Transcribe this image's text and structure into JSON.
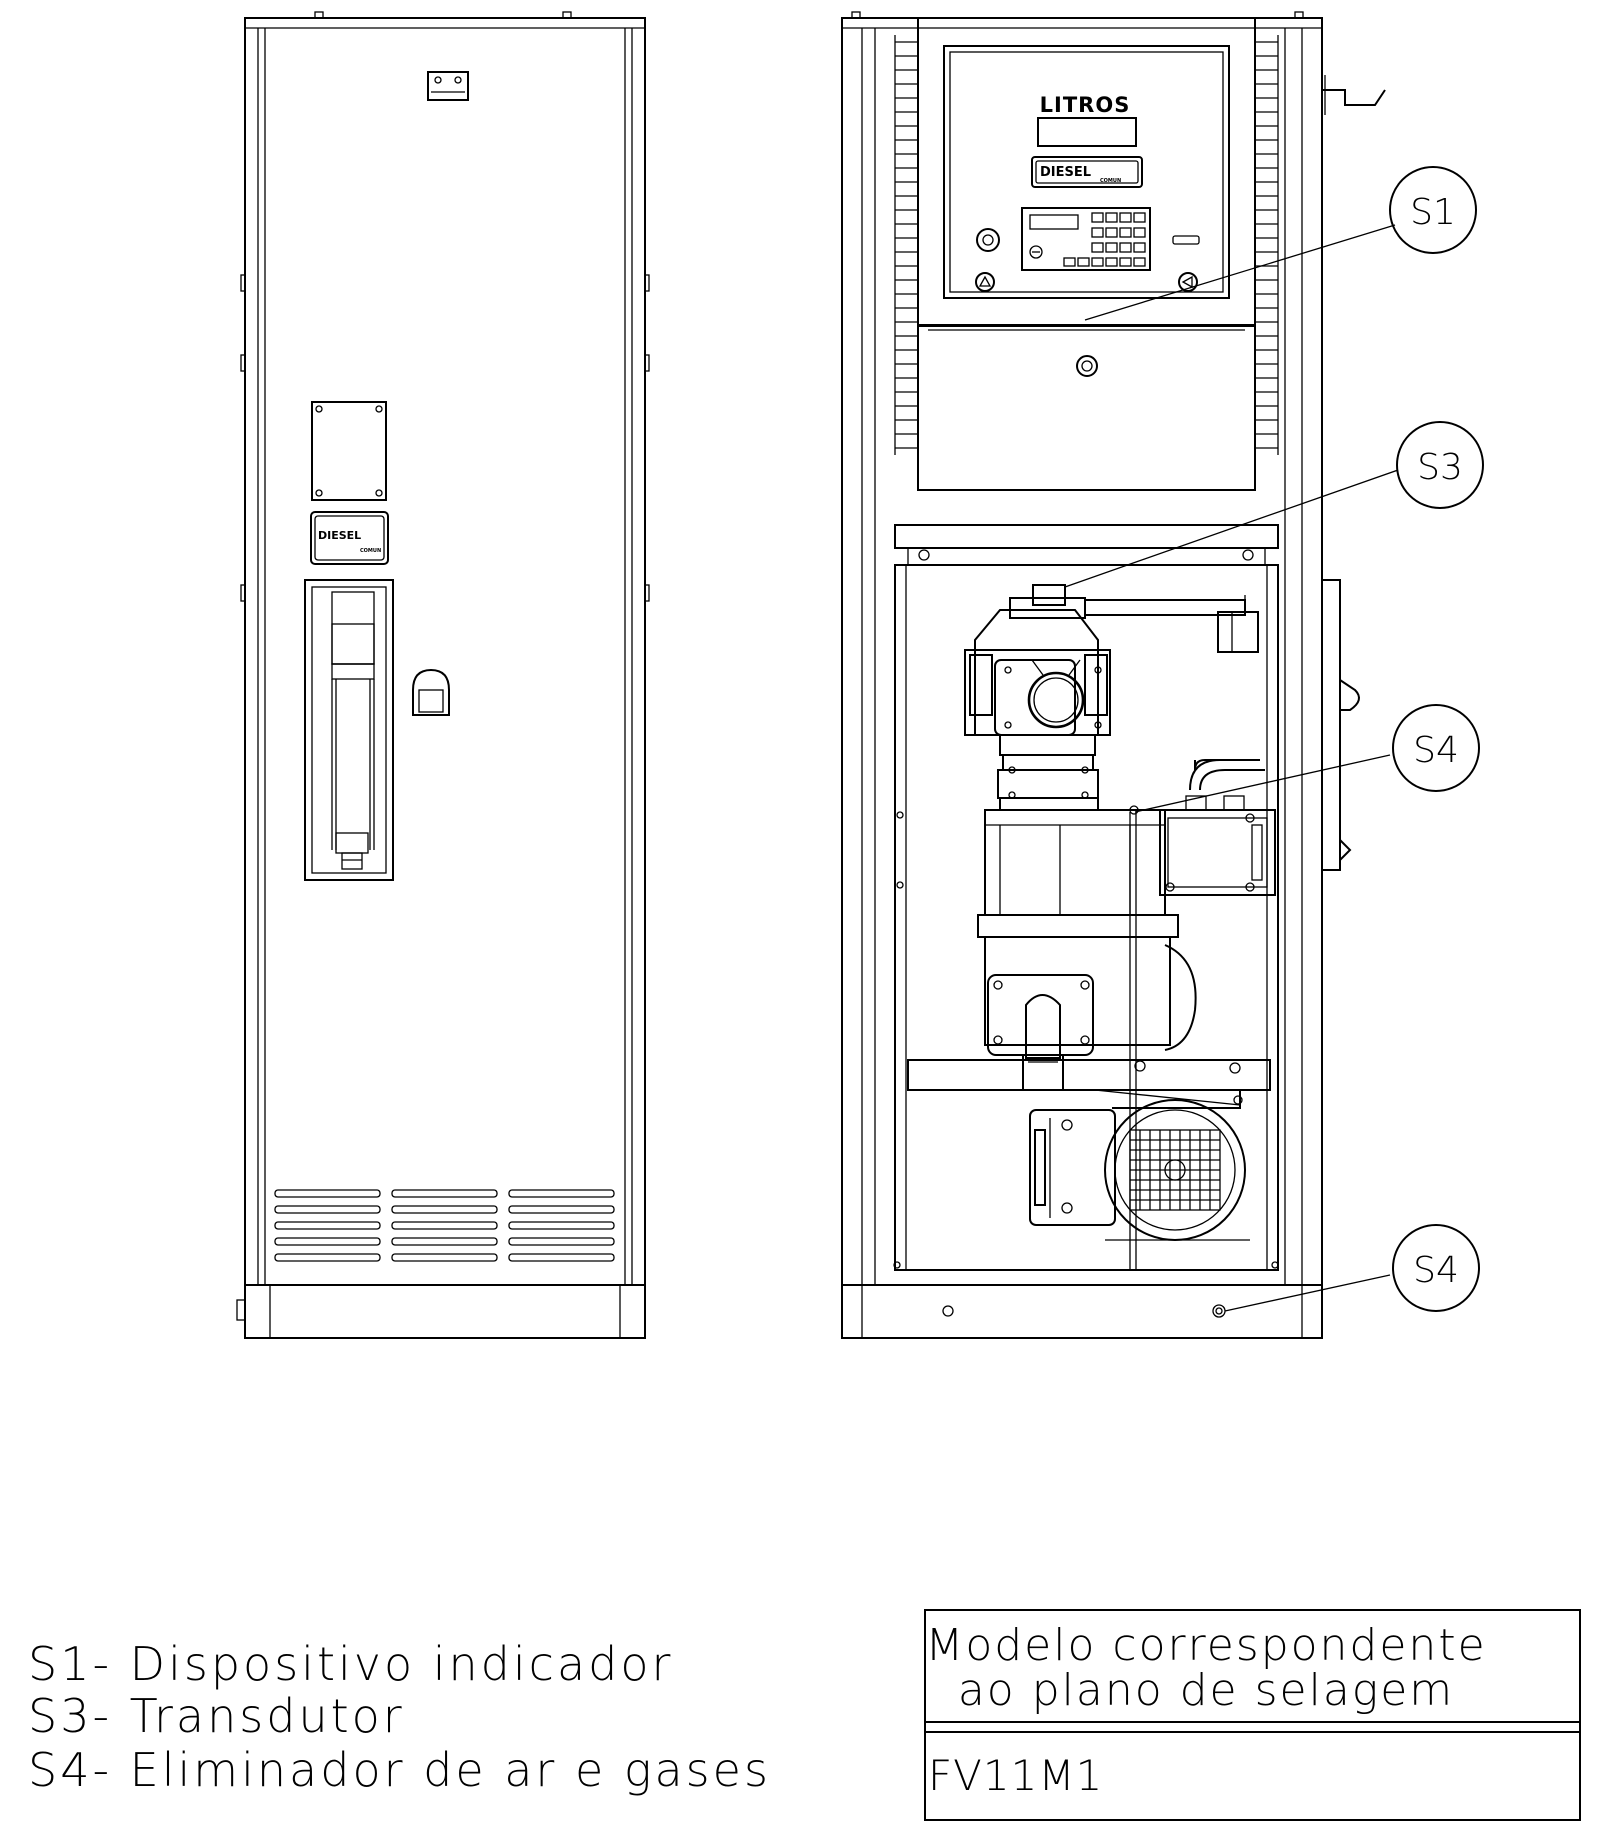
{
  "display": {
    "title": "LITROS",
    "brand": "DIESEL",
    "brand_sub": "COMUN"
  },
  "front_label": {
    "brand": "DIESEL",
    "brand_sub": "COMUN"
  },
  "callouts": [
    {
      "id": "S1",
      "label": "S1"
    },
    {
      "id": "S3",
      "label": "S3"
    },
    {
      "id": "S4a",
      "label": "S4"
    },
    {
      "id": "S4b",
      "label": "S4"
    }
  ],
  "legend": [
    "S1- Dispositivo indicador",
    "S3- Transdutor",
    "S4- Eliminador de ar e gases"
  ],
  "model_box": {
    "title_line1": "Modelo correspondente",
    "title_line2": "ao plano de selagem",
    "model": "FV11M1"
  }
}
